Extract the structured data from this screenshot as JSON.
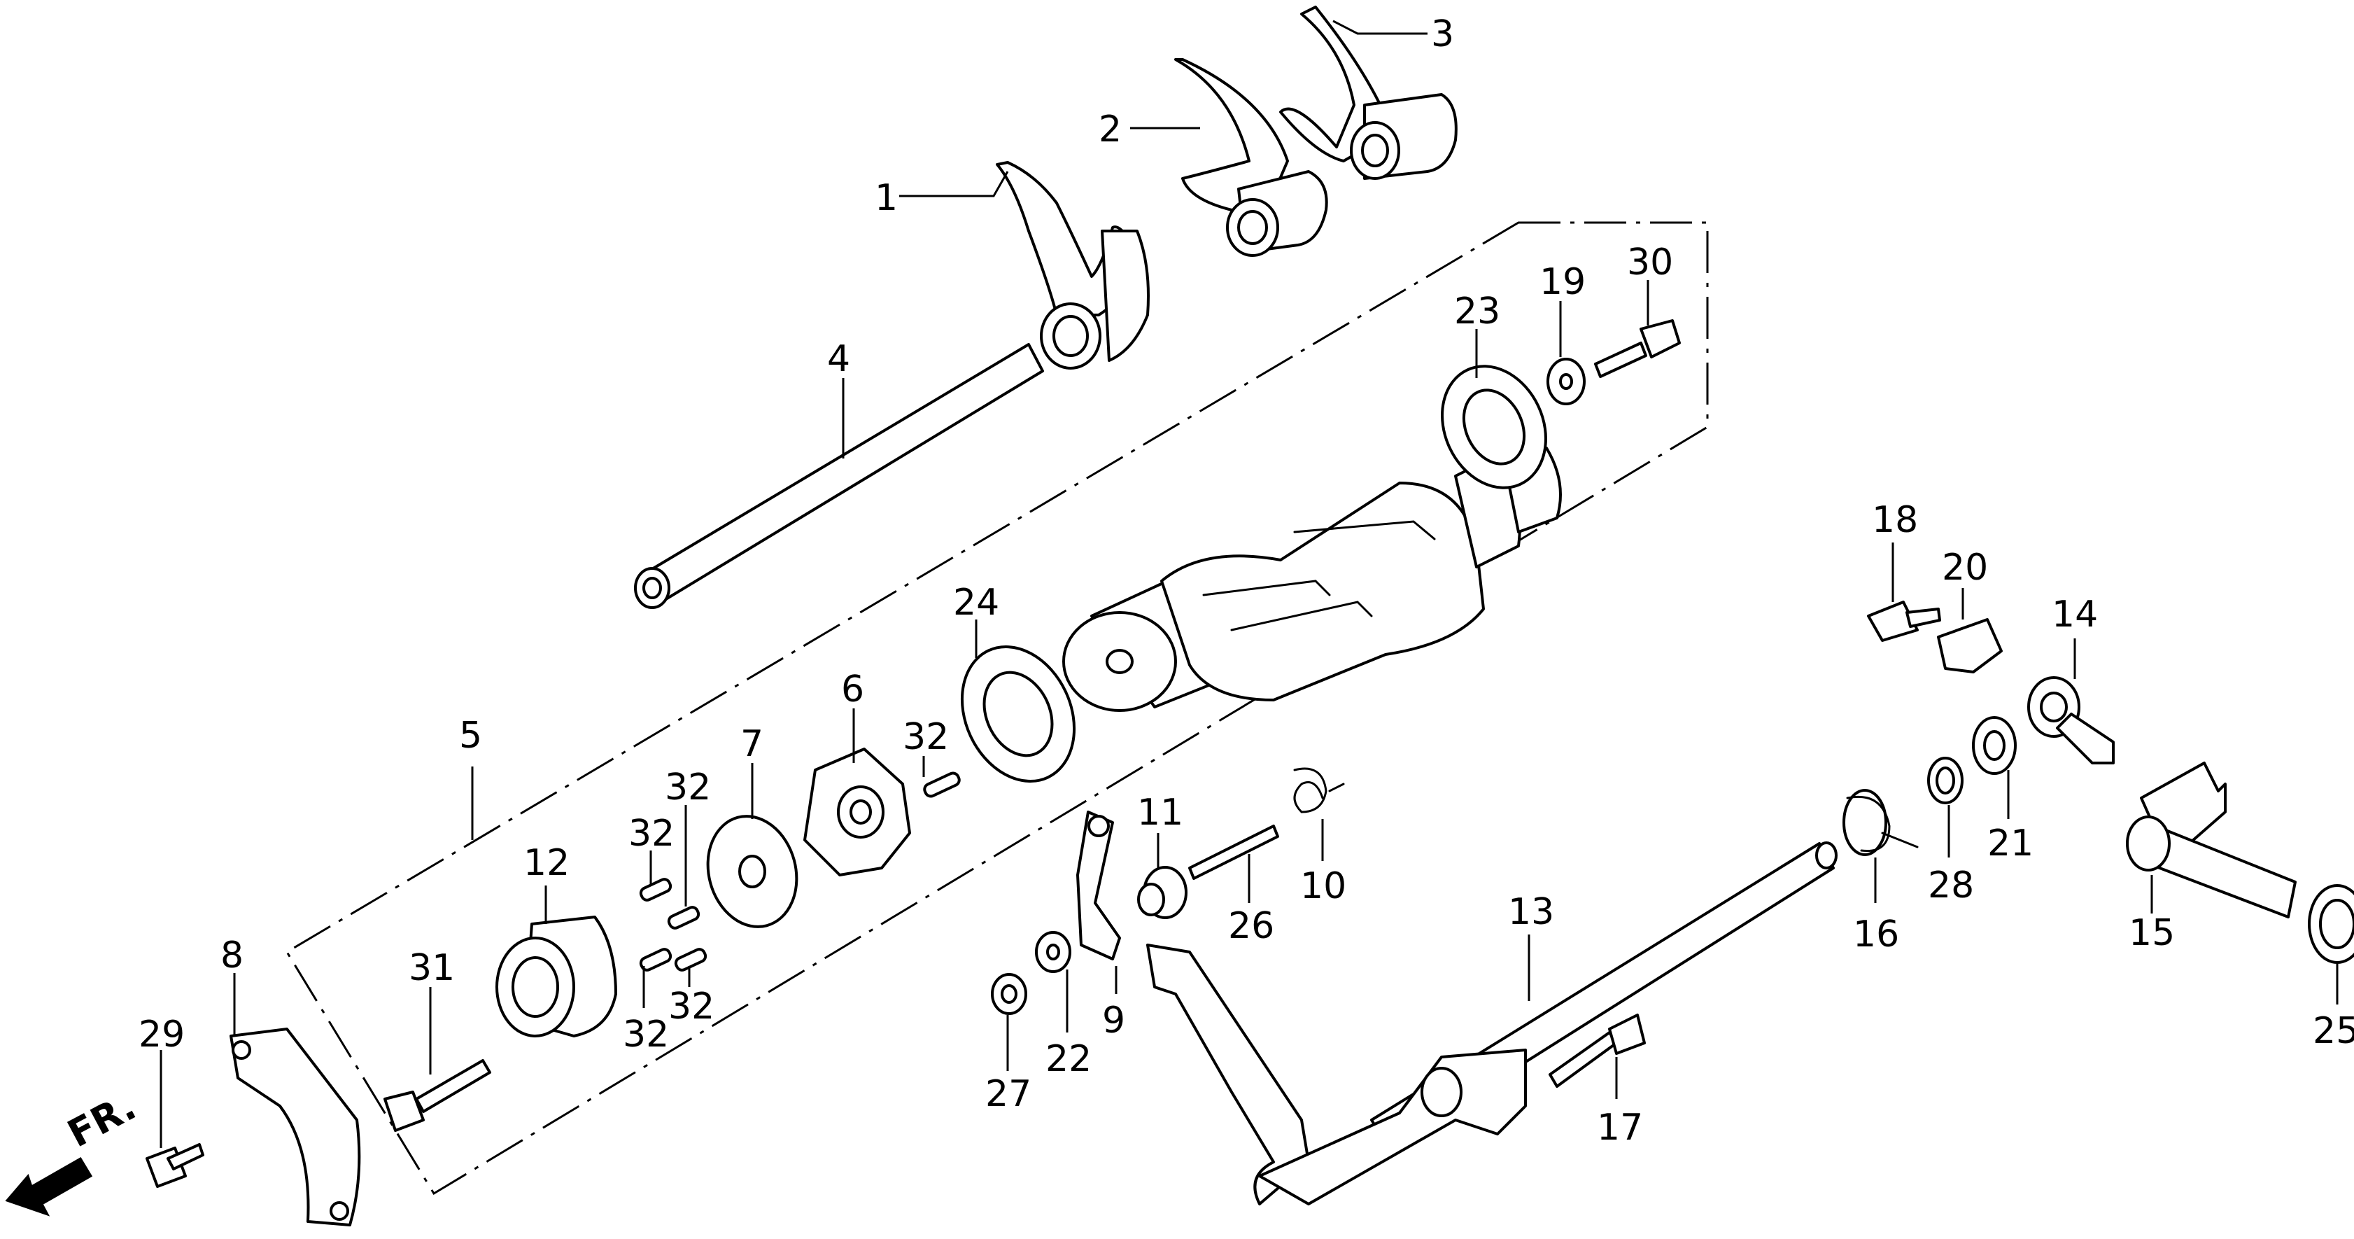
{
  "direction_label": "FR.",
  "callouts": [
    {
      "id": "c1",
      "text": "1"
    },
    {
      "id": "c2",
      "text": "2"
    },
    {
      "id": "c3",
      "text": "3"
    },
    {
      "id": "c4",
      "text": "4"
    },
    {
      "id": "c5",
      "text": "5"
    },
    {
      "id": "c6",
      "text": "6"
    },
    {
      "id": "c7",
      "text": "7"
    },
    {
      "id": "c8",
      "text": "8"
    },
    {
      "id": "c9",
      "text": "9"
    },
    {
      "id": "c10",
      "text": "10"
    },
    {
      "id": "c11",
      "text": "11"
    },
    {
      "id": "c12",
      "text": "12"
    },
    {
      "id": "c13",
      "text": "13"
    },
    {
      "id": "c14",
      "text": "14"
    },
    {
      "id": "c15",
      "text": "15"
    },
    {
      "id": "c16",
      "text": "16"
    },
    {
      "id": "c17",
      "text": "17"
    },
    {
      "id": "c18",
      "text": "18"
    },
    {
      "id": "c19",
      "text": "19"
    },
    {
      "id": "c20",
      "text": "20"
    },
    {
      "id": "c21",
      "text": "21"
    },
    {
      "id": "c22",
      "text": "22"
    },
    {
      "id": "c23",
      "text": "23"
    },
    {
      "id": "c24",
      "text": "24"
    },
    {
      "id": "c25",
      "text": "25"
    },
    {
      "id": "c26",
      "text": "26"
    },
    {
      "id": "c27",
      "text": "27"
    },
    {
      "id": "c28",
      "text": "28"
    },
    {
      "id": "c29",
      "text": "29"
    },
    {
      "id": "c30",
      "text": "30"
    },
    {
      "id": "c31",
      "text": "31"
    },
    {
      "id": "c32a",
      "text": "32"
    },
    {
      "id": "c32b",
      "text": "32"
    },
    {
      "id": "c32c",
      "text": "32"
    },
    {
      "id": "c32d",
      "text": "32"
    },
    {
      "id": "c32e",
      "text": "32"
    }
  ]
}
